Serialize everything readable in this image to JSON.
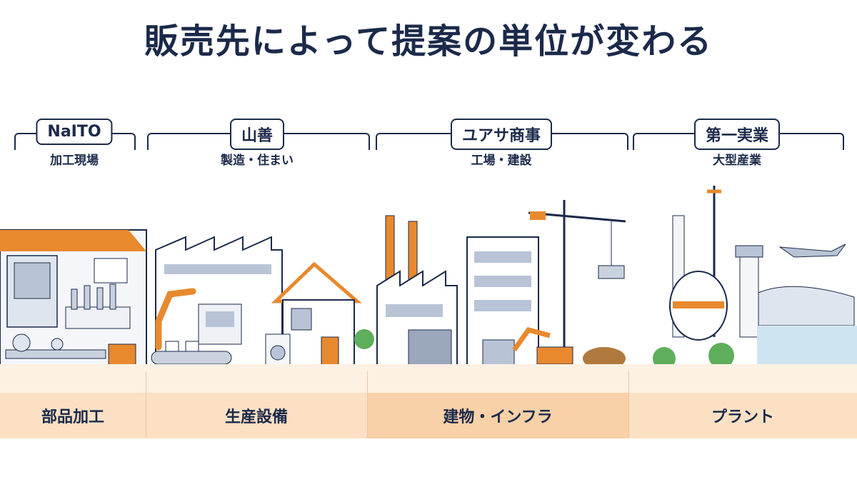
{
  "title": "販売先によって提案の単位が変わる",
  "companies": [
    {
      "name": "NaITO",
      "sub": "加工現場"
    },
    {
      "name": "山善",
      "sub": "製造・住まい"
    },
    {
      "name": "ユアサ商事",
      "sub": "工場・建設"
    },
    {
      "name": "第一実業",
      "sub": "大型産業"
    }
  ],
  "categories": [
    {
      "label": "部品加工"
    },
    {
      "label": "生産設備"
    },
    {
      "label": "建物・インフラ"
    },
    {
      "label": "プラント"
    }
  ],
  "colors": {
    "navy": "#1b2a4a",
    "orange": "#e8892e",
    "band_light": "#fbe0c4",
    "band_dark": "#f8d1a8",
    "ground": "#fdf1e4",
    "green": "#5fae5c"
  }
}
